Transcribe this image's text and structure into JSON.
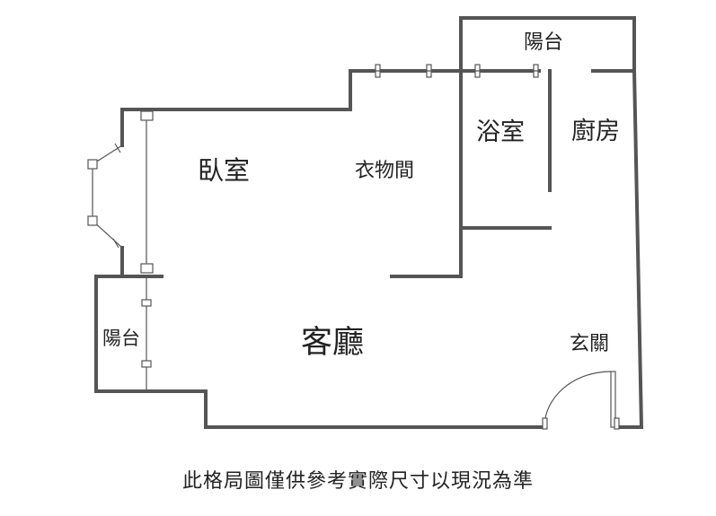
{
  "rooms": {
    "bedroom": "臥室",
    "closet": "衣物間",
    "bathroom": "浴室",
    "kitchen": "廚房",
    "balcony_top": "陽台",
    "balcony_left": "陽台",
    "living_room": "客廳",
    "entrance": "玄關"
  },
  "disclaimer": "此格局圖僅供參考實際尺寸以現況為準",
  "colors": {
    "wall": "#555555",
    "text": "#222222",
    "background": "#ffffff"
  }
}
